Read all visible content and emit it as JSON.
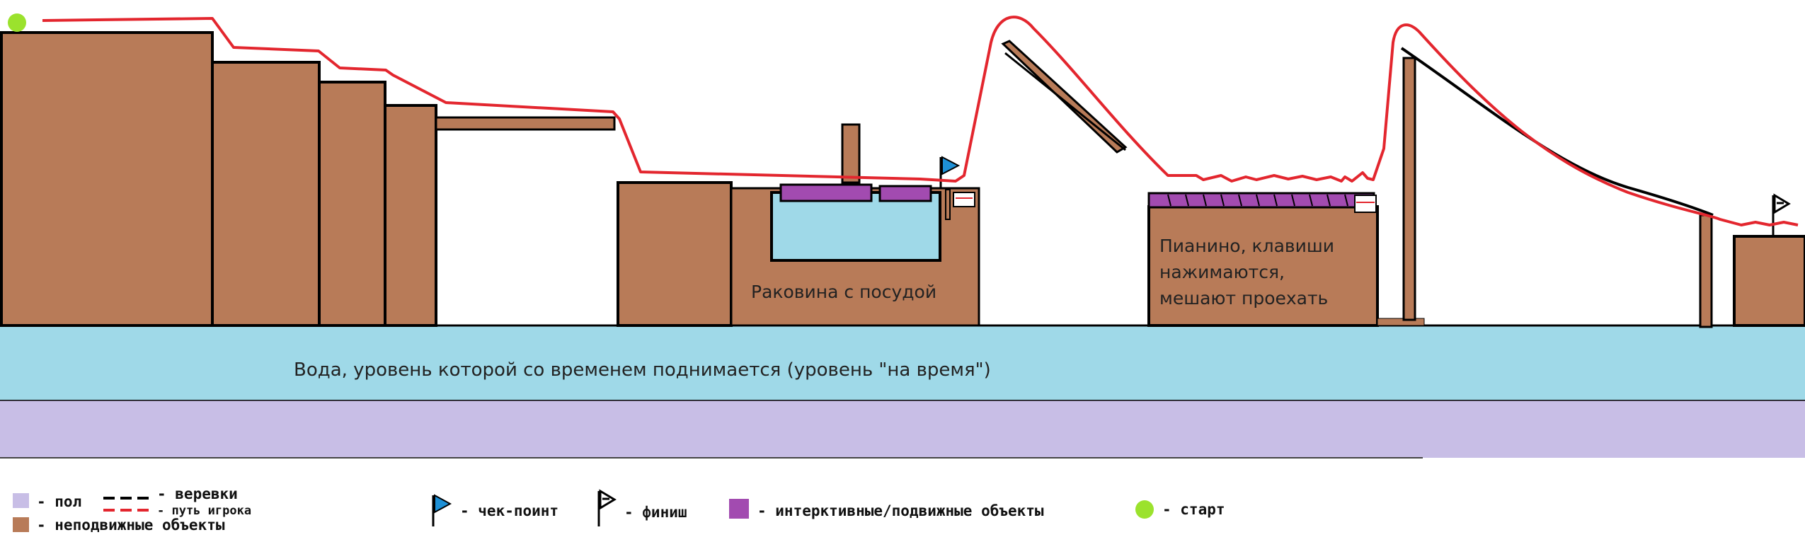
{
  "annotations": {
    "water": "Вода, уровень которой со временем поднимается (уровень \"на время\")",
    "sink": "Раковина с посудой",
    "piano_line1": "Пианино, клавиши",
    "piano_line2": "нажимаются,",
    "piano_line3": "мешают проехать"
  },
  "legend": {
    "floor": "- пол",
    "ropes": "- веревки",
    "player_path": "- путь игрока",
    "static_objects": "- неподвижные объекты",
    "checkpoint": "- чек-поинт",
    "finish": "- финиш",
    "interactive": "- интерктивные/подвижные объекты",
    "start": "- старт"
  },
  "colors": {
    "floor": "#c8bee6",
    "water": "#9fd9e8",
    "static": "#b87b58",
    "interactive": "#a24bb0",
    "path": "#e3262e",
    "rope": "#000000",
    "checkpoint": "#1e90d6",
    "start": "#9be22d"
  }
}
